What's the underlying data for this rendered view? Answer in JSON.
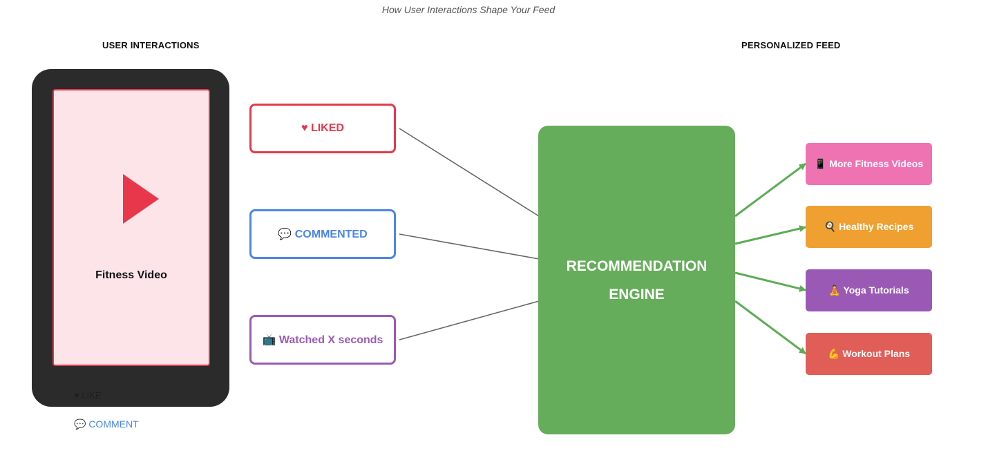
{
  "title": "How User Interactions Shape Your Feed",
  "left_heading": "USER INTERACTIONS",
  "right_heading": "PERSONALIZED FEED",
  "phone": {
    "video_label": "Fitness Video",
    "like_label": "♥ LIKE",
    "comment_label": "💬 COMMENT",
    "screen_color": "#fce4e8",
    "accent_color": "#e8374b",
    "frame_color": "#2b2b2b"
  },
  "interactions": [
    {
      "label": "♥ LIKED",
      "color": "#e8374b"
    },
    {
      "label": "💬 COMMENTED",
      "color": "#4a86e8"
    },
    {
      "label": "📺 Watched X seconds",
      "color": "#9b59b6"
    }
  ],
  "engine": {
    "line1": "RECOMMENDATION",
    "line2": "ENGINE",
    "color": "#66ad5b"
  },
  "feed": [
    {
      "label": "📱 More Fitness Videos",
      "color": "#ef73b2"
    },
    {
      "label": "🍳 Healthy Recipes",
      "color": "#f0a030"
    },
    {
      "label": "🧘 Yoga Tutorials",
      "color": "#9b59b6"
    },
    {
      "label": "💪 Workout Plans",
      "color": "#e15d57"
    }
  ],
  "connector_colors": {
    "input": "#666666",
    "output": "#5cac55"
  }
}
